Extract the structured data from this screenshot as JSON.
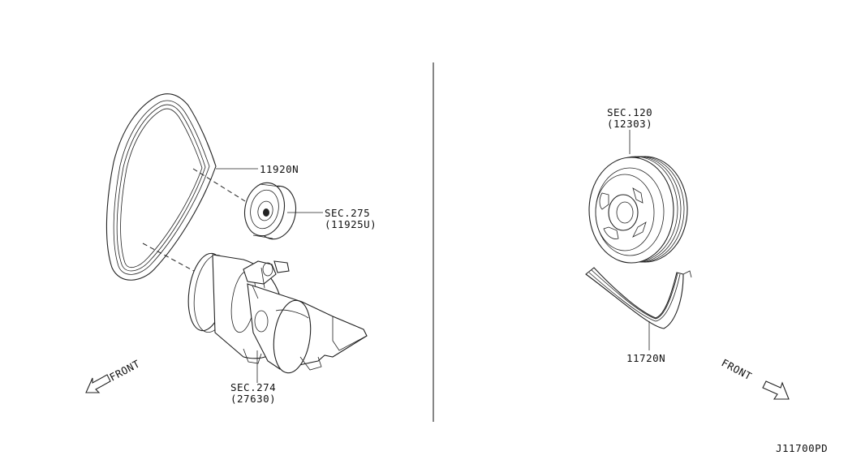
{
  "labels": {
    "belt_left": "11920N",
    "idler_sec": "SEC.275",
    "idler_part": "(11925U)",
    "compressor_sec": "SEC.274",
    "compressor_part": "(27630)",
    "pulley_sec": "SEC.120",
    "pulley_part": "(12303)",
    "belt_right": "11720N",
    "front_left": "FRONT",
    "front_right": "FRONT",
    "diagram_code": "J11700PD"
  }
}
